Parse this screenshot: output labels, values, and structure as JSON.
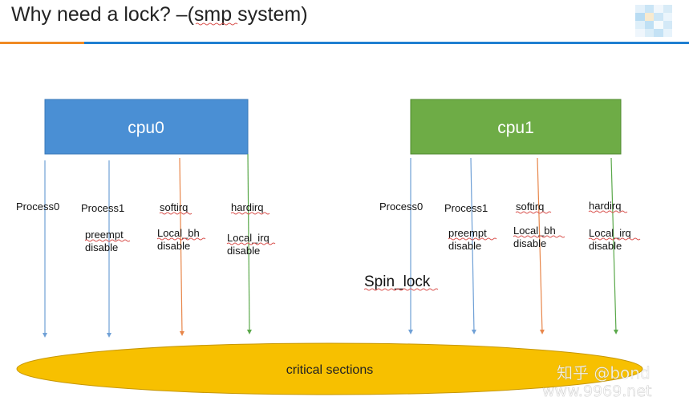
{
  "title": "Why need a lock? –(smp system)",
  "cpus": [
    {
      "name": "cpu0",
      "color": "#4a8fd4",
      "lines": [
        {
          "label": "Process0",
          "color": "#6fa0d6",
          "sub": []
        },
        {
          "label": "Process1",
          "color": "#6fa0d6",
          "sub": [
            "preempt",
            "disable"
          ]
        },
        {
          "label": "softirq",
          "color": "#e8864a",
          "sub": [
            "Local_bh",
            "disable"
          ]
        },
        {
          "label": "hardirq",
          "color": "#5aa84a",
          "sub": [
            "Local_irq",
            "disable"
          ]
        }
      ]
    },
    {
      "name": "cpu1",
      "color": "#6eac46",
      "lines": [
        {
          "label": "Process0",
          "color": "#6fa0d6",
          "sub": []
        },
        {
          "label": "Process1",
          "color": "#6fa0d6",
          "sub": [
            "preempt",
            "disable"
          ]
        },
        {
          "label": "softirq",
          "color": "#e8864a",
          "sub": [
            "Local_bh",
            "disable"
          ]
        },
        {
          "label": "hardirq",
          "color": "#5aa84a",
          "sub": [
            "Local_irq",
            "disable"
          ]
        }
      ]
    }
  ],
  "spin_lock_label": "Spin_lock",
  "critical_label": "critical sections",
  "ellipse_color": "#f7c000",
  "watermark_zhihu": "知乎 @bond",
  "watermark_site": "www.9969.net",
  "accent_colors": {
    "orange": "#f08a24",
    "blue": "#1f7fd1"
  }
}
